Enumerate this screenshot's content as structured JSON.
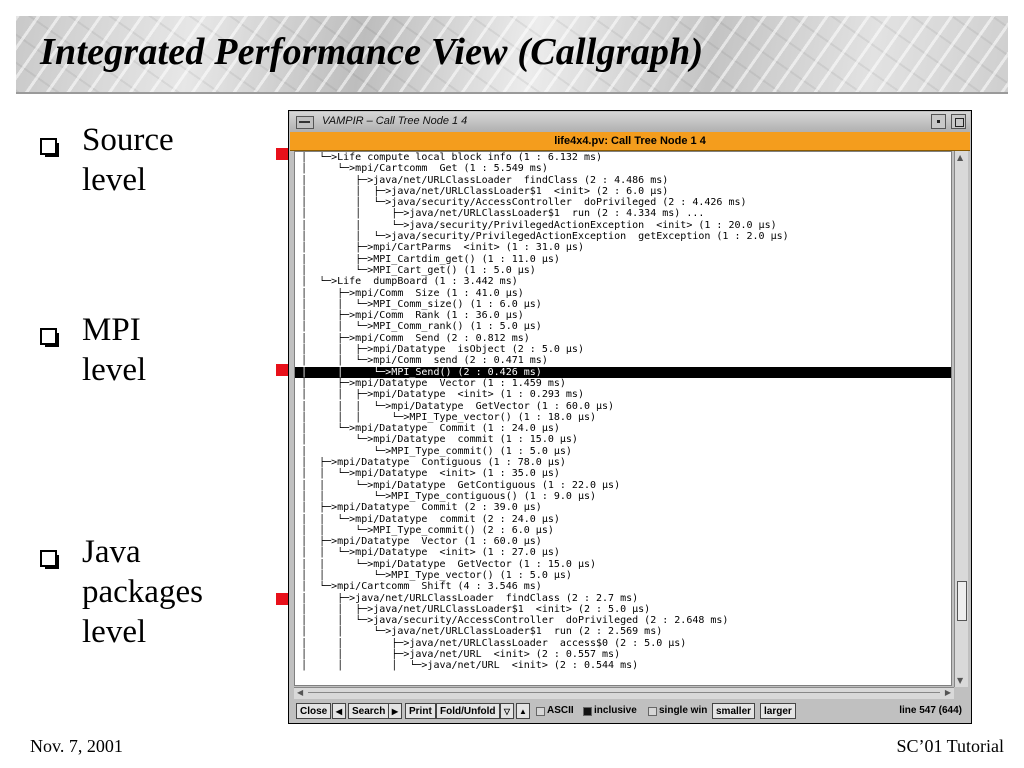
{
  "slide": {
    "title": "Integrated Performance View (Callgraph)",
    "bullets": [
      {
        "lines": [
          "Source",
          "level"
        ]
      },
      {
        "lines": [
          "MPI",
          "level"
        ]
      },
      {
        "lines": [
          "Java",
          "packages",
          "level"
        ]
      }
    ],
    "footer_left": "Nov. 7, 2001",
    "footer_right": "SC’01 Tutorial",
    "arrow_color": "#e8101a"
  },
  "window": {
    "title": "VAMPIR – Call Tree Node 1 4",
    "doc_title": "life4x4.pv: Call Tree Node 1 4",
    "tree_lines": [
      "│  └─>Life compute local block info (1 : 6.132 ms)",
      "│     └─>mpi/Cartcomm  Get (1 : 5.549 ms)",
      "│        ├─>java/net/URLClassLoader  findClass (2 : 4.486 ms)",
      "│        │  ├─>java/net/URLClassLoader$1  <init> (2 : 6.0 µs)",
      "│        │  └─>java/security/AccessController  doPrivileged (2 : 4.426 ms)",
      "│        │     ├─>java/net/URLClassLoader$1  run (2 : 4.334 ms) ...",
      "│        │     └─>java/security/PrivilegedActionException  <init> (1 : 20.0 µs)",
      "│        │  └─>java/security/PrivilegedActionException  getException (1 : 2.0 µs)",
      "│        ├─>mpi/CartParms  <init> (1 : 31.0 µs)",
      "│        ├─>MPI_Cartdim_get() (1 : 11.0 µs)",
      "│        └─>MPI_Cart_get() (1 : 5.0 µs)",
      "│  └─>Life  dumpBoard (1 : 3.442 ms)",
      "│     ├─>mpi/Comm  Size (1 : 41.0 µs)",
      "│     │  └─>MPI_Comm_size() (1 : 6.0 µs)",
      "│     ├─>mpi/Comm  Rank (1 : 36.0 µs)",
      "│     │  └─>MPI_Comm_rank() (1 : 5.0 µs)",
      "│     ├─>mpi/Comm  Send (2 : 0.812 ms)",
      "│     │  ├─>mpi/Datatype  isObject (2 : 5.0 µs)",
      "│     │  └─>mpi/Comm  send (2 : 0.471 ms)",
      "│     │     └─>MPI_Send() (2 : 0.426 ms)",
      "│     ├─>mpi/Datatype  Vector (1 : 1.459 ms)",
      "│     │  ├─>mpi/Datatype  <init> (1 : 0.293 ms)",
      "│     │  │  └─>mpi/Datatype  GetVector (1 : 60.0 µs)",
      "│     │  │     └─>MPI_Type_vector() (1 : 18.0 µs)",
      "│     └─>mpi/Datatype  Commit (1 : 24.0 µs)",
      "│        └─>mpi/Datatype  commit (1 : 15.0 µs)",
      "│           └─>MPI_Type_commit() (1 : 5.0 µs)",
      "│  ├─>mpi/Datatype  Contiguous (1 : 78.0 µs)",
      "│  │  └─>mpi/Datatype  <init> (1 : 35.0 µs)",
      "│  │     └─>mpi/Datatype  GetContiguous (1 : 22.0 µs)",
      "│  │        └─>MPI_Type_contiguous() (1 : 9.0 µs)",
      "│  ├─>mpi/Datatype  Commit (2 : 39.0 µs)",
      "│  │  └─>mpi/Datatype  commit (2 : 24.0 µs)",
      "│  │     └─>MPI_Type_commit() (2 : 6.0 µs)",
      "│  ├─>mpi/Datatype  Vector (1 : 60.0 µs)",
      "│  │  └─>mpi/Datatype  <init> (1 : 27.0 µs)",
      "│  │     └─>mpi/Datatype  GetVector (1 : 15.0 µs)",
      "│  │        └─>MPI_Type_vector() (1 : 5.0 µs)",
      "│  └─>mpi/Cartcomm  Shift (4 : 3.546 ms)",
      "│     ├─>java/net/URLClassLoader  findClass (2 : 2.7 ms)",
      "│     │  ├─>java/net/URLClassLoader$1  <init> (2 : 5.0 µs)",
      "│     │  └─>java/security/AccessController  doPrivileged (2 : 2.648 ms)",
      "│     │     └─>java/net/URLClassLoader$1  run (2 : 2.569 ms)",
      "│     │        ├─>java/net/URLClassLoader  access$0 (2 : 5.0 µs)",
      "│     │        ├─>java/net/URL  <init> (2 : 0.557 ms)",
      "│     │        │  └─>java/net/URL  <init> (2 : 0.544 ms)"
    ],
    "selected_index": 19,
    "toolbar": {
      "close": "Close",
      "search": "Search",
      "print": "Print",
      "fold": "Fold/Unfold",
      "ascii": "ASCII",
      "inclusive": "inclusive",
      "single_win": "single win",
      "smaller": "smaller",
      "larger": "larger",
      "status": "line 547 (644)"
    },
    "doc_title_color": "#f49d1d"
  }
}
